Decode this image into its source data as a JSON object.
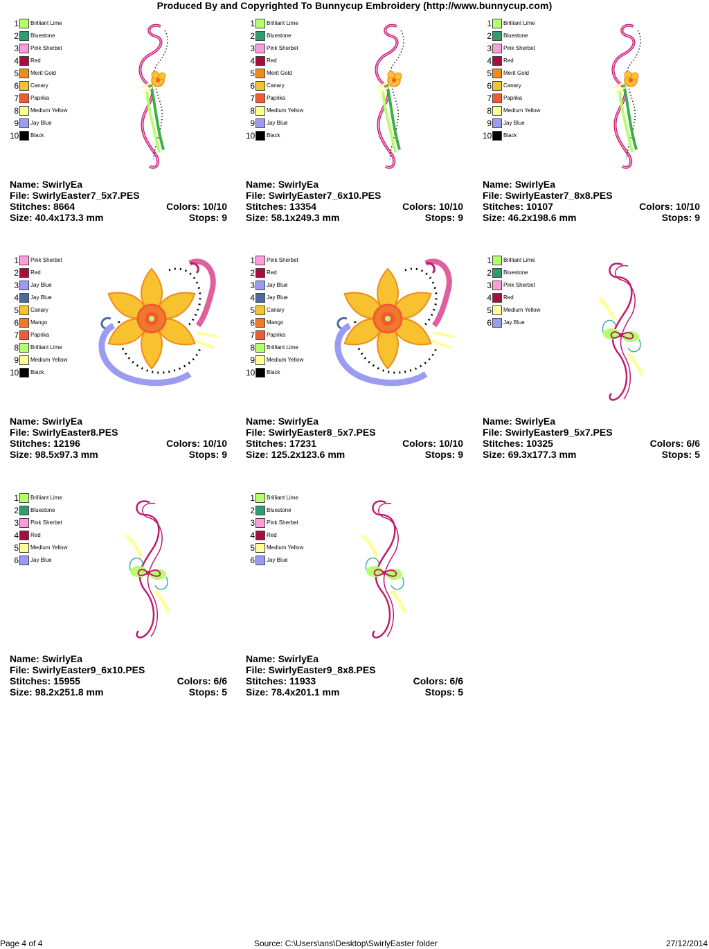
{
  "header": "Produced By and Copyrighted To Bunnycup Embroidery (http://www.bunnycup.com)",
  "labels": {
    "name": "Name:",
    "file": "File:",
    "stitches": "Stitches:",
    "size": "Size:",
    "colors": "Colors:",
    "stops": "Stops:"
  },
  "designs": [
    {
      "art": "swirl-daffodil",
      "name": "SwirlyEa",
      "file": "SwirlyEaster7_5x7.PES",
      "stitches": "8664",
      "colors": "10/10",
      "size": "40.4x173.3 mm",
      "stops": "9",
      "threads": [
        {
          "num": "1",
          "name": "Brilliant Lime",
          "color": "#b6ff6e"
        },
        {
          "num": "2",
          "name": "Bluestone",
          "color": "#2f9c72"
        },
        {
          "num": "3",
          "name": "Pink Sherbet",
          "color": "#ff9cde"
        },
        {
          "num": "4",
          "name": "Red",
          "color": "#a4103e"
        },
        {
          "num": "5",
          "name": "Merit Gold",
          "color": "#f08c1a"
        },
        {
          "num": "6",
          "name": "Canary",
          "color": "#f7c12f"
        },
        {
          "num": "7",
          "name": "Paprika",
          "color": "#f25a36"
        },
        {
          "num": "8",
          "name": "Medium Yellow",
          "color": "#ffff99"
        },
        {
          "num": "9",
          "name": "Jay Blue",
          "color": "#9a9cf2"
        },
        {
          "num": "10",
          "name": "Black",
          "color": "#000000"
        }
      ]
    },
    {
      "art": "swirl-daffodil",
      "name": "SwirlyEa",
      "file": "SwirlyEaster7_6x10.PES",
      "stitches": "13354",
      "colors": "10/10",
      "size": "58.1x249.3 mm",
      "stops": "9",
      "threads": [
        {
          "num": "1",
          "name": "Brilliant Lime",
          "color": "#b6ff6e"
        },
        {
          "num": "2",
          "name": "Bluestone",
          "color": "#2f9c72"
        },
        {
          "num": "3",
          "name": "Pink Sherbet",
          "color": "#ff9cde"
        },
        {
          "num": "4",
          "name": "Red",
          "color": "#a4103e"
        },
        {
          "num": "5",
          "name": "Merit Gold",
          "color": "#f08c1a"
        },
        {
          "num": "6",
          "name": "Canary",
          "color": "#f7c12f"
        },
        {
          "num": "7",
          "name": "Paprika",
          "color": "#f25a36"
        },
        {
          "num": "8",
          "name": "Medium Yellow",
          "color": "#ffff99"
        },
        {
          "num": "9",
          "name": "Jay Blue",
          "color": "#9a9cf2"
        },
        {
          "num": "10",
          "name": "Black",
          "color": "#000000"
        }
      ]
    },
    {
      "art": "swirl-daffodil",
      "name": "SwirlyEa",
      "file": "SwirlyEaster7_8x8.PES",
      "stitches": "10107",
      "colors": "10/10",
      "size": "46.2x198.6 mm",
      "stops": "9",
      "threads": [
        {
          "num": "1",
          "name": "Brilliant Lime",
          "color": "#b6ff6e"
        },
        {
          "num": "2",
          "name": "Bluestone",
          "color": "#2f9c72"
        },
        {
          "num": "3",
          "name": "Pink Sherbet",
          "color": "#ff9cde"
        },
        {
          "num": "4",
          "name": "Red",
          "color": "#a4103e"
        },
        {
          "num": "5",
          "name": "Merit Gold",
          "color": "#f08c1a"
        },
        {
          "num": "6",
          "name": "Canary",
          "color": "#f7c12f"
        },
        {
          "num": "7",
          "name": "Paprika",
          "color": "#f25a36"
        },
        {
          "num": "8",
          "name": "Medium Yellow",
          "color": "#ffff99"
        },
        {
          "num": "9",
          "name": "Jay Blue",
          "color": "#9a9cf2"
        },
        {
          "num": "10",
          "name": "Black",
          "color": "#000000"
        }
      ]
    },
    {
      "art": "daffodil",
      "name": "SwirlyEa",
      "file": "SwirlyEaster8.PES",
      "stitches": "12196",
      "colors": "10/10",
      "size": "98.5x97.3 mm",
      "stops": "9",
      "threads": [
        {
          "num": "1",
          "name": "Pink Sherbet",
          "color": "#ff9cde"
        },
        {
          "num": "2",
          "name": "Red",
          "color": "#a4103e"
        },
        {
          "num": "3",
          "name": "Jay Blue",
          "color": "#9a9cf2"
        },
        {
          "num": "4",
          "name": "Jay Blue",
          "color": "#4a6aa0"
        },
        {
          "num": "5",
          "name": "Canary",
          "color": "#f7c12f"
        },
        {
          "num": "6",
          "name": "Mango",
          "color": "#f07a2a"
        },
        {
          "num": "7",
          "name": "Paprika",
          "color": "#f25a36"
        },
        {
          "num": "8",
          "name": "Brilliant Lime",
          "color": "#b6ff6e"
        },
        {
          "num": "9",
          "name": "Medium Yellow",
          "color": "#ffff99"
        },
        {
          "num": "10",
          "name": "Black",
          "color": "#000000"
        }
      ]
    },
    {
      "art": "daffodil",
      "name": "SwirlyEa",
      "file": "SwirlyEaster8_5x7.PES",
      "stitches": "17231",
      "colors": "10/10",
      "size": "125.2x123.6 mm",
      "stops": "9",
      "threads": [
        {
          "num": "1",
          "name": "Pink Sherbet",
          "color": "#ff9cde"
        },
        {
          "num": "2",
          "name": "Red",
          "color": "#a4103e"
        },
        {
          "num": "3",
          "name": "Jay Blue",
          "color": "#9a9cf2"
        },
        {
          "num": "4",
          "name": "Jay Blue",
          "color": "#4a6aa0"
        },
        {
          "num": "5",
          "name": "Canary",
          "color": "#f7c12f"
        },
        {
          "num": "6",
          "name": "Mango",
          "color": "#f07a2a"
        },
        {
          "num": "7",
          "name": "Paprika",
          "color": "#f25a36"
        },
        {
          "num": "8",
          "name": "Brilliant Lime",
          "color": "#b6ff6e"
        },
        {
          "num": "9",
          "name": "Medium Yellow",
          "color": "#ffff99"
        },
        {
          "num": "10",
          "name": "Black",
          "color": "#000000"
        }
      ]
    },
    {
      "art": "bow-swirl",
      "name": "SwirlyEa",
      "file": "SwirlyEaster9_5x7.PES",
      "stitches": "10325",
      "colors": "6/6",
      "size": "69.3x177.3 mm",
      "stops": "5",
      "threads": [
        {
          "num": "1",
          "name": "Brilliant Lime",
          "color": "#b6ff6e"
        },
        {
          "num": "2",
          "name": "Bluestone",
          "color": "#2f9c72"
        },
        {
          "num": "3",
          "name": "Pink Sherbet",
          "color": "#ff9cde"
        },
        {
          "num": "4",
          "name": "Red",
          "color": "#a4103e"
        },
        {
          "num": "5",
          "name": "Medium Yellow",
          "color": "#ffff99"
        },
        {
          "num": "6",
          "name": "Jay Blue",
          "color": "#9a9cf2"
        }
      ]
    },
    {
      "art": "bow-swirl",
      "name": "SwirlyEa",
      "file": "SwirlyEaster9_6x10.PES",
      "stitches": "15955",
      "colors": "6/6",
      "size": "98.2x251.8 mm",
      "stops": "5",
      "threads": [
        {
          "num": "1",
          "name": "Brilliant Lime",
          "color": "#b6ff6e"
        },
        {
          "num": "2",
          "name": "Bluestone",
          "color": "#2f9c72"
        },
        {
          "num": "3",
          "name": "Pink Sherbet",
          "color": "#ff9cde"
        },
        {
          "num": "4",
          "name": "Red",
          "color": "#a4103e"
        },
        {
          "num": "5",
          "name": "Medium Yellow",
          "color": "#ffff99"
        },
        {
          "num": "6",
          "name": "Jay Blue",
          "color": "#9a9cf2"
        }
      ]
    },
    {
      "art": "bow-swirl",
      "name": "SwirlyEa",
      "file": "SwirlyEaster9_8x8.PES",
      "stitches": "11933",
      "colors": "6/6",
      "size": "78.4x201.1 mm",
      "stops": "5",
      "threads": [
        {
          "num": "1",
          "name": "Brilliant Lime",
          "color": "#b6ff6e"
        },
        {
          "num": "2",
          "name": "Bluestone",
          "color": "#2f9c72"
        },
        {
          "num": "3",
          "name": "Pink Sherbet",
          "color": "#ff9cde"
        },
        {
          "num": "4",
          "name": "Red",
          "color": "#a4103e"
        },
        {
          "num": "5",
          "name": "Medium Yellow",
          "color": "#ffff99"
        },
        {
          "num": "6",
          "name": "Jay Blue",
          "color": "#9a9cf2"
        }
      ]
    }
  ],
  "footer": {
    "page": "Page 4 of 4",
    "source": "Source: C:\\Users\\ans\\Desktop\\SwirlyEaster folder",
    "date": "27/12/2014"
  }
}
